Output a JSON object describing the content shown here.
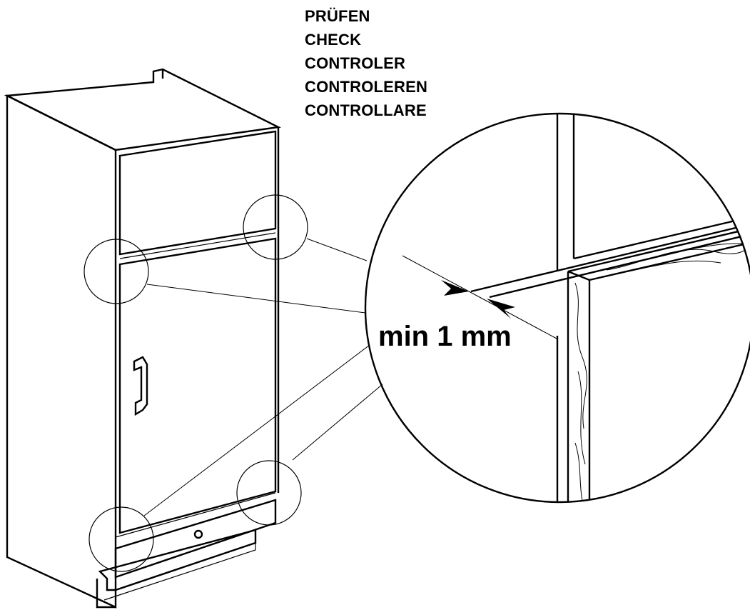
{
  "labels": [
    "PRÜFEN",
    "CHECK",
    "CONTROLER",
    "CONTROLEREN",
    "CONTROLLARE"
  ],
  "measurement": "min 1 mm"
}
